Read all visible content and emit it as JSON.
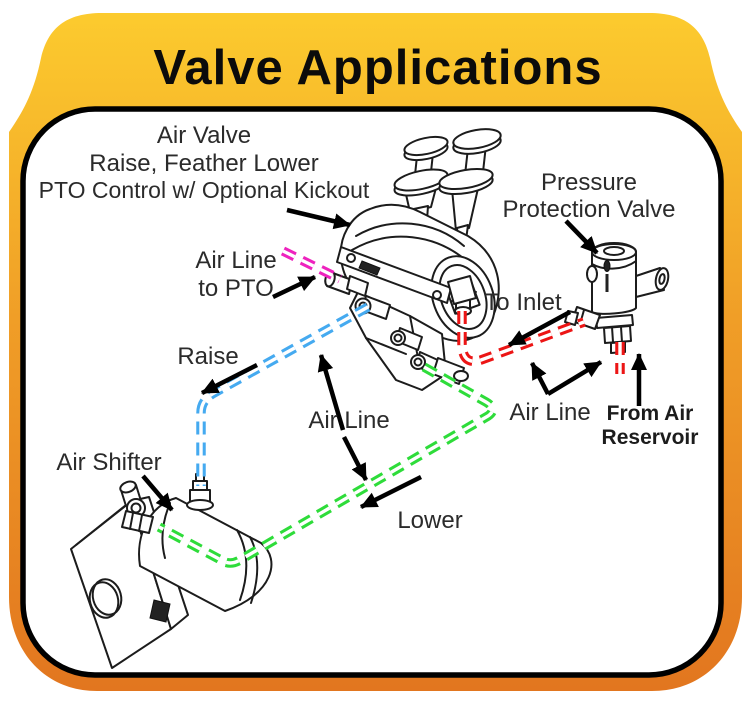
{
  "header": {
    "title": "Valve Applications"
  },
  "colors": {
    "frame_top": "#FCCB2E",
    "frame_mid": "#F09E27",
    "frame_bottom": "#E2761F",
    "panel": "#FFFFFF",
    "outline": "#000000",
    "pto_line": "#EE22BE",
    "raise_line": "#45AAF0",
    "lower_line": "#2EDC3A",
    "supply_line": "#EC1515"
  },
  "diagram": {
    "labels": {
      "air_valve_line1": "Air Valve",
      "air_valve_line2": "Raise, Feather Lower",
      "air_valve_line3": "PTO Control w/ Optional Kickout",
      "ppv_line1": "Pressure",
      "ppv_line2": "Protection Valve",
      "air_line_to_pto_line1": "Air Line",
      "air_line_to_pto_line2": "to PTO",
      "to_inlet": "To Inlet",
      "raise": "Raise",
      "air_line_mid": "Air Line",
      "air_line_right": "Air Line",
      "from_air_line1": "From Air",
      "from_air_line2": "Reservoir",
      "air_shifter": "Air Shifter",
      "lower": "Lower"
    }
  }
}
